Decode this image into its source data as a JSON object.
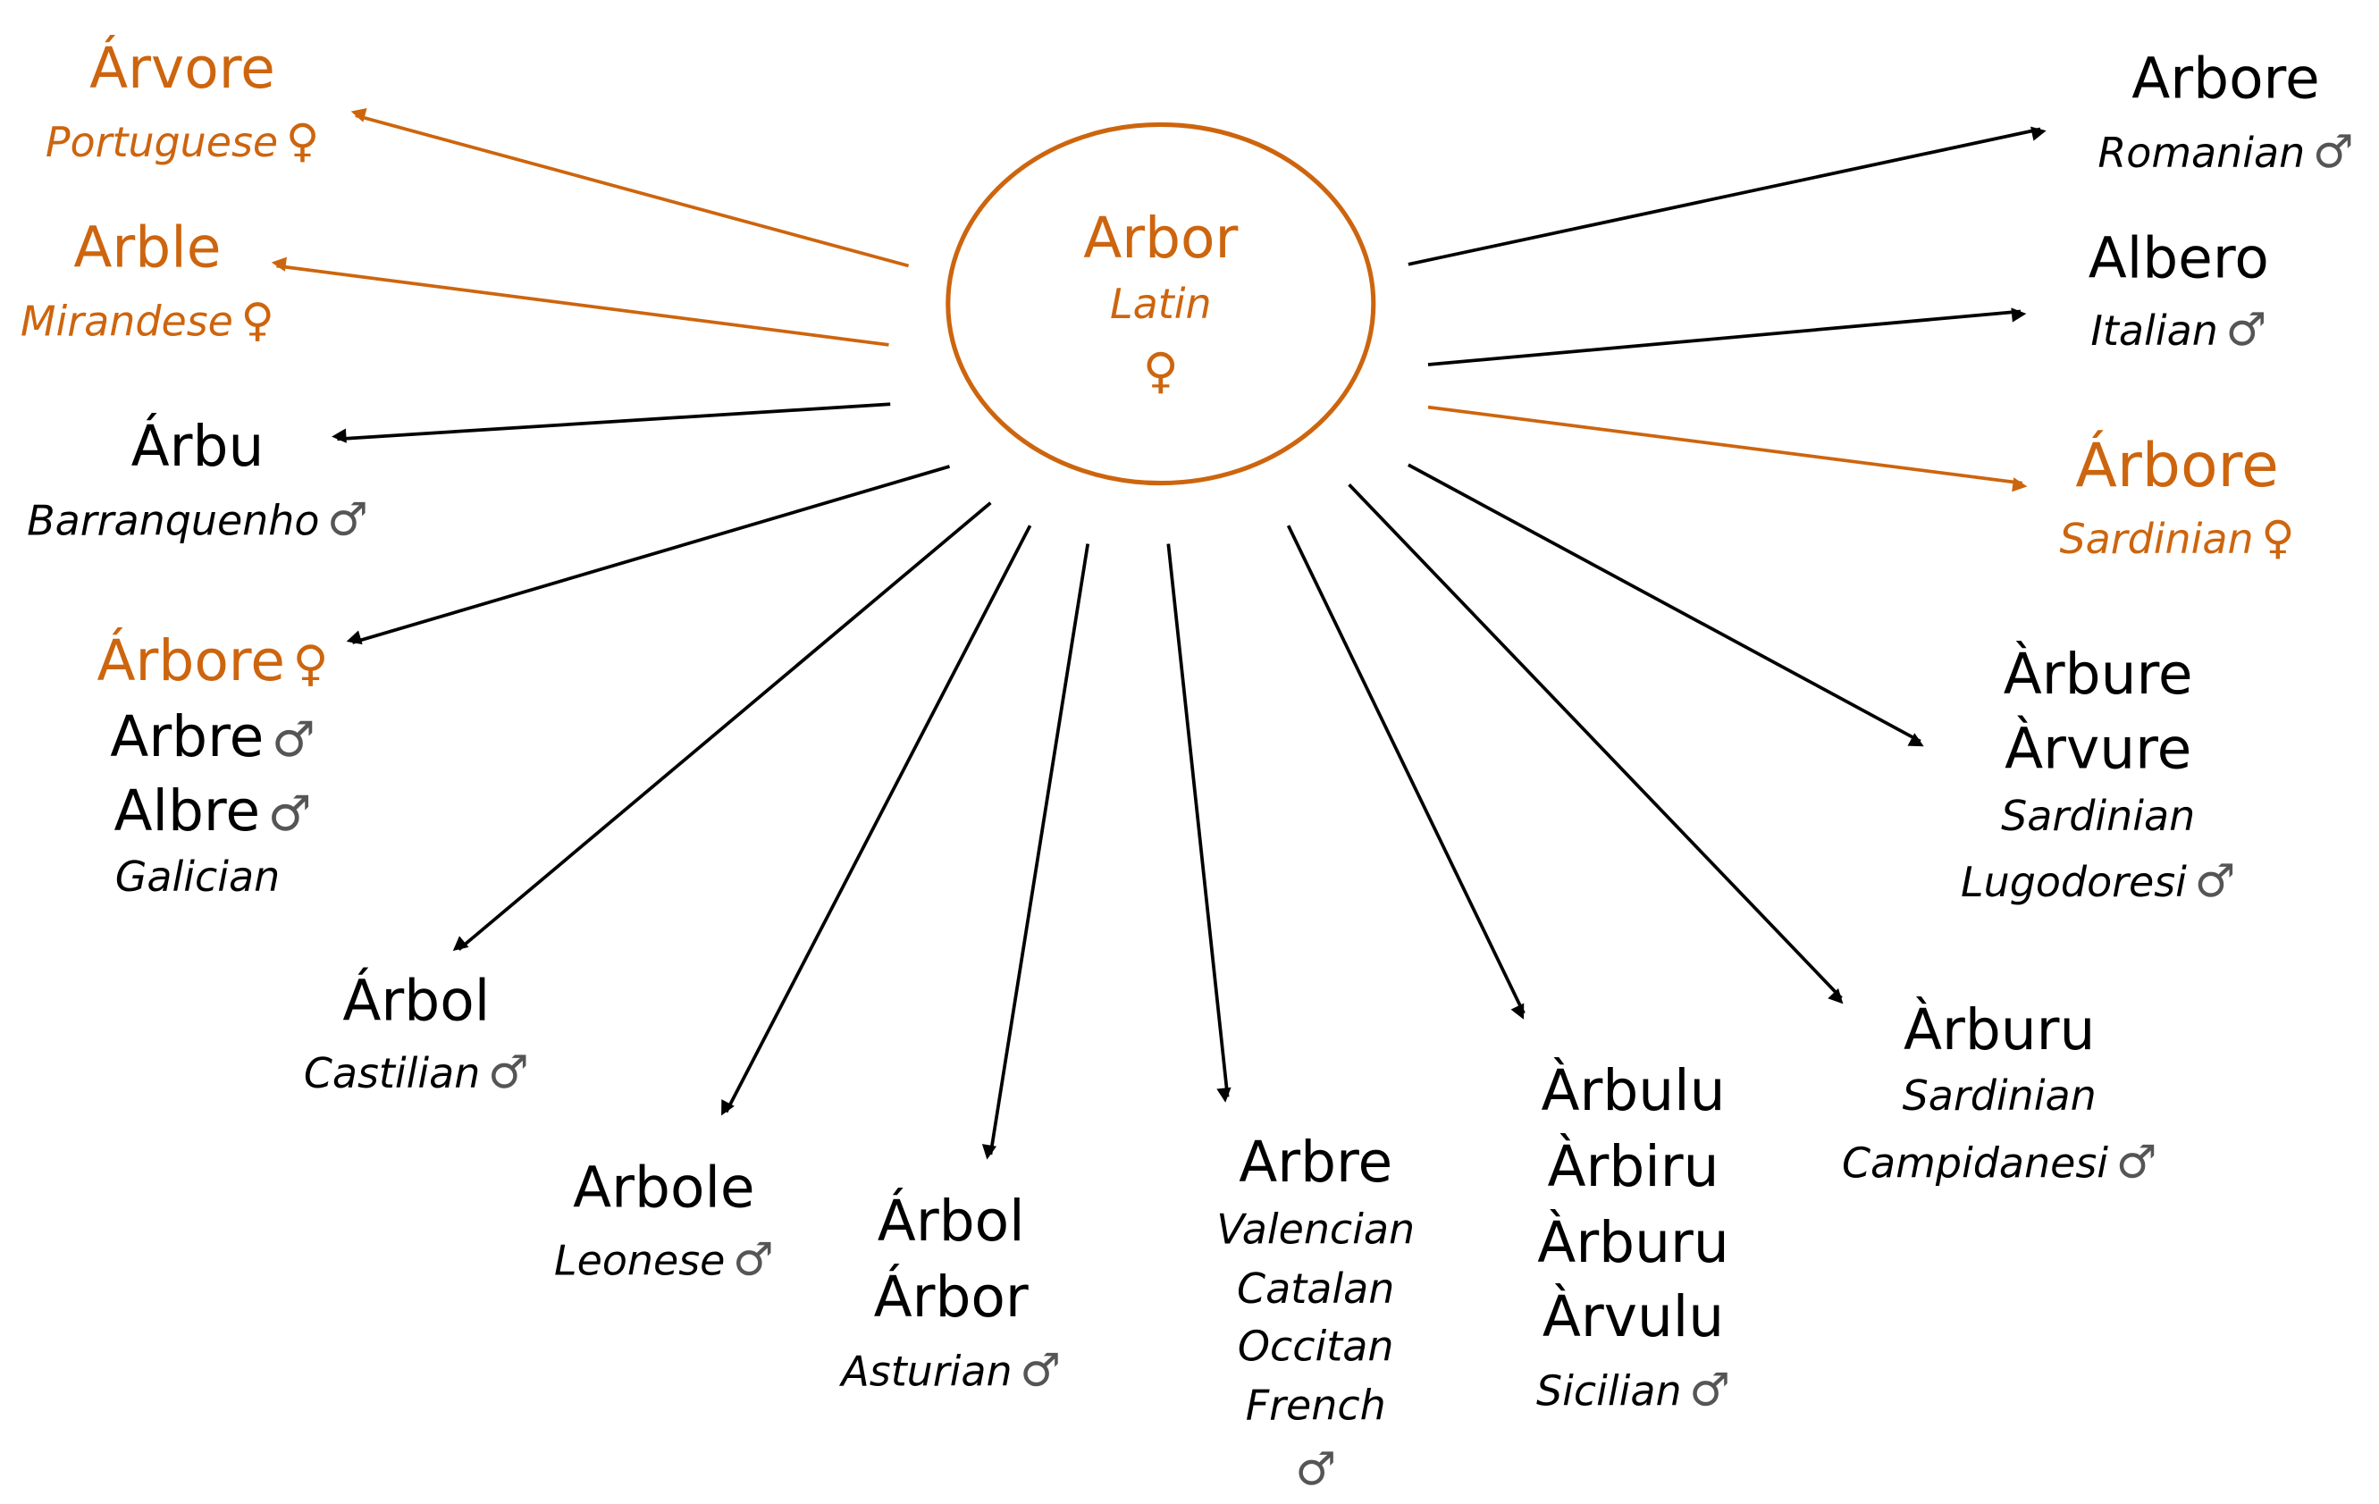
{
  "colors": {
    "orange": "#CD650E",
    "black": "#000000"
  },
  "center": {
    "word": "Arbor",
    "language": "Latin",
    "gender": "♀"
  },
  "nodes": [
    {
      "id": "portuguese",
      "words": [
        "Árvore"
      ],
      "language": "Portuguese",
      "gender": "♀",
      "color": "orange"
    },
    {
      "id": "mirandese",
      "words": [
        "Arble"
      ],
      "language": "Mirandese",
      "gender": "♀",
      "color": "orange"
    },
    {
      "id": "barranquenho",
      "words": [
        "Árbu"
      ],
      "language": "Barranquenho",
      "gender": "♂",
      "color": "black"
    },
    {
      "id": "galician",
      "words": [
        "Árbore",
        "Arbre",
        "Albre"
      ],
      "word_genders": [
        "♀",
        "♂",
        "♂"
      ],
      "language": "Galician",
      "color": "black"
    },
    {
      "id": "castilian",
      "words": [
        "Árbol"
      ],
      "language": "Castilian",
      "gender": "♂",
      "color": "black"
    },
    {
      "id": "leonese",
      "words": [
        "Arbole"
      ],
      "language": "Leonese",
      "gender": "♂",
      "color": "black"
    },
    {
      "id": "asturian",
      "words": [
        "Árbol",
        "Árbor"
      ],
      "language": "Asturian",
      "gender": "♂",
      "color": "black"
    },
    {
      "id": "valencian-catalan-occitan-french",
      "words": [
        "Arbre"
      ],
      "languages": [
        "Valencian",
        "Catalan",
        "Occitan",
        "French"
      ],
      "gender": "♂",
      "color": "black"
    },
    {
      "id": "sicilian",
      "words": [
        "Àrbulu",
        "Àrbiru",
        "Àrburu",
        "Àrvulu"
      ],
      "language": "Sicilian",
      "gender": "♂",
      "color": "black"
    },
    {
      "id": "sardinian-campidanesi",
      "words": [
        "Àrburu"
      ],
      "languages": [
        "Sardinian",
        "Campidanesi"
      ],
      "gender": "♂",
      "color": "black"
    },
    {
      "id": "sardinian-lugodoresi",
      "words": [
        "Àrbure",
        "Àrvure"
      ],
      "languages": [
        "Sardinian",
        "Lugodoresi"
      ],
      "gender": "♂",
      "color": "black"
    },
    {
      "id": "sardinian",
      "words": [
        "Árbore"
      ],
      "language": "Sardinian",
      "gender": "♀",
      "color": "orange"
    },
    {
      "id": "italian",
      "words": [
        "Albero"
      ],
      "language": "Italian",
      "gender": "♂",
      "color": "black"
    },
    {
      "id": "romanian",
      "words": [
        "Arbore"
      ],
      "language": "Romanian",
      "gender": "♂",
      "color": "black"
    }
  ],
  "arrows": [
    {
      "to": "portuguese",
      "color": "orange"
    },
    {
      "to": "mirandese",
      "color": "orange"
    },
    {
      "to": "barranquenho",
      "color": "black"
    },
    {
      "to": "galician",
      "color": "black"
    },
    {
      "to": "castilian",
      "color": "black"
    },
    {
      "to": "leonese",
      "color": "black"
    },
    {
      "to": "asturian",
      "color": "black"
    },
    {
      "to": "valencian-catalan-occitan-french",
      "color": "black"
    },
    {
      "to": "sicilian",
      "color": "black"
    },
    {
      "to": "sardinian-campidanesi",
      "color": "black"
    },
    {
      "to": "sardinian-lugodoresi",
      "color": "black"
    },
    {
      "to": "sardinian",
      "color": "orange"
    },
    {
      "to": "italian",
      "color": "black"
    },
    {
      "to": "romanian",
      "color": "black"
    }
  ]
}
